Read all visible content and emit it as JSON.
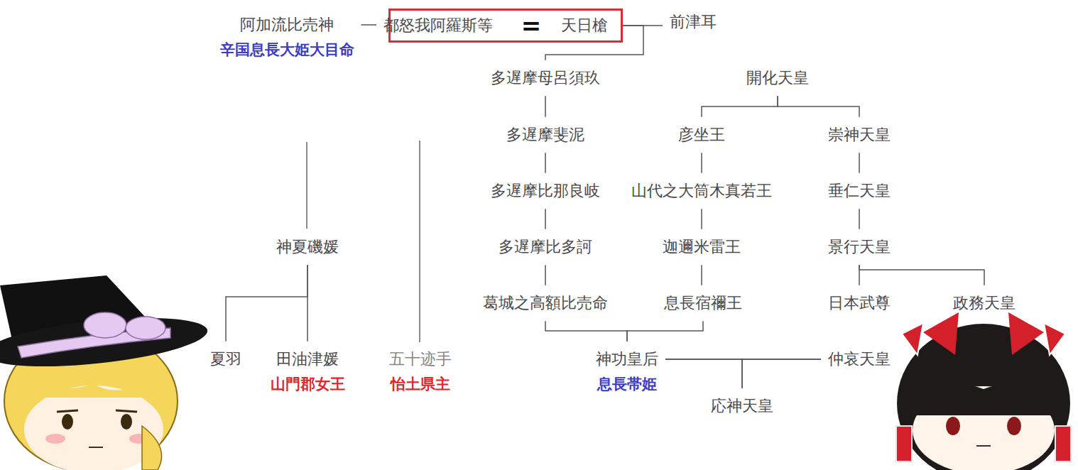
{
  "diagram": {
    "nodes": [
      {
        "text": [
          "="
        ]
      },
      {
        "text": [
          "都怒我阿羅斯等"
        ],
        "in": 0
      },
      {
        "text": [
          "天日槍"
        ],
        "in": 0
      },
      {
        "text": [
          "阿加流比売神",
          "辛国息長大姫大目命"
        ]
      },
      {
        "text": [
          "前津耳"
        ]
      },
      {
        "text": [
          "多遅摩母呂須玖"
        ]
      },
      {
        "text": [
          "開化天皇"
        ]
      },
      {
        "text": [
          "多遅摩斐泥"
        ]
      },
      {
        "text": [
          "彦坐王"
        ]
      },
      {
        "text": [
          "崇神天皇"
        ]
      },
      {
        "text": [
          "多遅摩比那良岐"
        ]
      },
      {
        "text": [
          "山代之大筒木真若王"
        ]
      },
      {
        "text": [
          "垂仁天皇"
        ]
      },
      {
        "text": [
          "多遅摩比多訶"
        ]
      },
      {
        "text": [
          "迦邇米雷王"
        ]
      },
      {
        "text": [
          "景行天皇"
        ]
      },
      {
        "text": [
          "神夏磯媛"
        ]
      },
      {
        "text": [
          "葛城之高額比売命"
        ]
      },
      {
        "text": [
          "息長宿禰王"
        ]
      },
      {
        "text": [
          "日本武尊"
        ]
      },
      {
        "text": [
          "政務天皇"
        ]
      },
      {
        "text": [
          "夏羽"
        ]
      },
      {
        "text": [
          "田油津媛",
          "山門郡女王"
        ]
      },
      {
        "text": [
          "五十迹手",
          "怡土県主"
        ]
      },
      {
        "text": [
          "神功皇后",
          "息長帯姫"
        ]
      },
      {
        "text": [
          "仲哀天皇"
        ]
      },
      {
        "text": [
          "応神天皇"
        ]
      }
    ],
    "edges": [
      {
        "from": 3,
        "to": 1,
        "arrow": "none"
      },
      {
        "from": 2,
        "to": 4,
        "arrow": "none"
      },
      {
        "from": 2,
        "to": 5,
        "arrow": "none"
      },
      {
        "from": 5,
        "to": 7,
        "arrow": "none"
      },
      {
        "from": 6,
        "to": 8,
        "arrow": "none"
      },
      {
        "from": 6,
        "to": 9,
        "arrow": "none"
      },
      {
        "from": 7,
        "to": 10,
        "arrow": "none"
      },
      {
        "from": 8,
        "to": 11,
        "arrow": "none"
      },
      {
        "from": 9,
        "to": 12,
        "arrow": "none"
      },
      {
        "from": 10,
        "to": 13,
        "arrow": "none"
      },
      {
        "from": 11,
        "to": 14,
        "arrow": "none"
      },
      {
        "from": 12,
        "to": 15,
        "arrow": "none"
      },
      {
        "from": 13,
        "to": 17,
        "arrow": "none"
      },
      {
        "from": 14,
        "to": 18,
        "arrow": "none"
      },
      {
        "from": 15,
        "to": 19,
        "arrow": "none"
      },
      {
        "from": 15,
        "to": 20,
        "arrow": "none"
      },
      {
        "from": 16,
        "to": 21,
        "arrow": "none"
      },
      {
        "from": 16,
        "to": 22,
        "arrow": "none"
      },
      {
        "from": 17,
        "to": 24,
        "arrow": "none"
      },
      {
        "from": 18,
        "to": 24,
        "arrow": "none"
      },
      {
        "from": 24,
        "to": 25,
        "arrow": "none"
      },
      {
        "from": 24,
        "to": 26,
        "arrow": "none"
      },
      {
        "from": 25,
        "to": 26,
        "arrow": "none"
      }
    ]
  }
}
